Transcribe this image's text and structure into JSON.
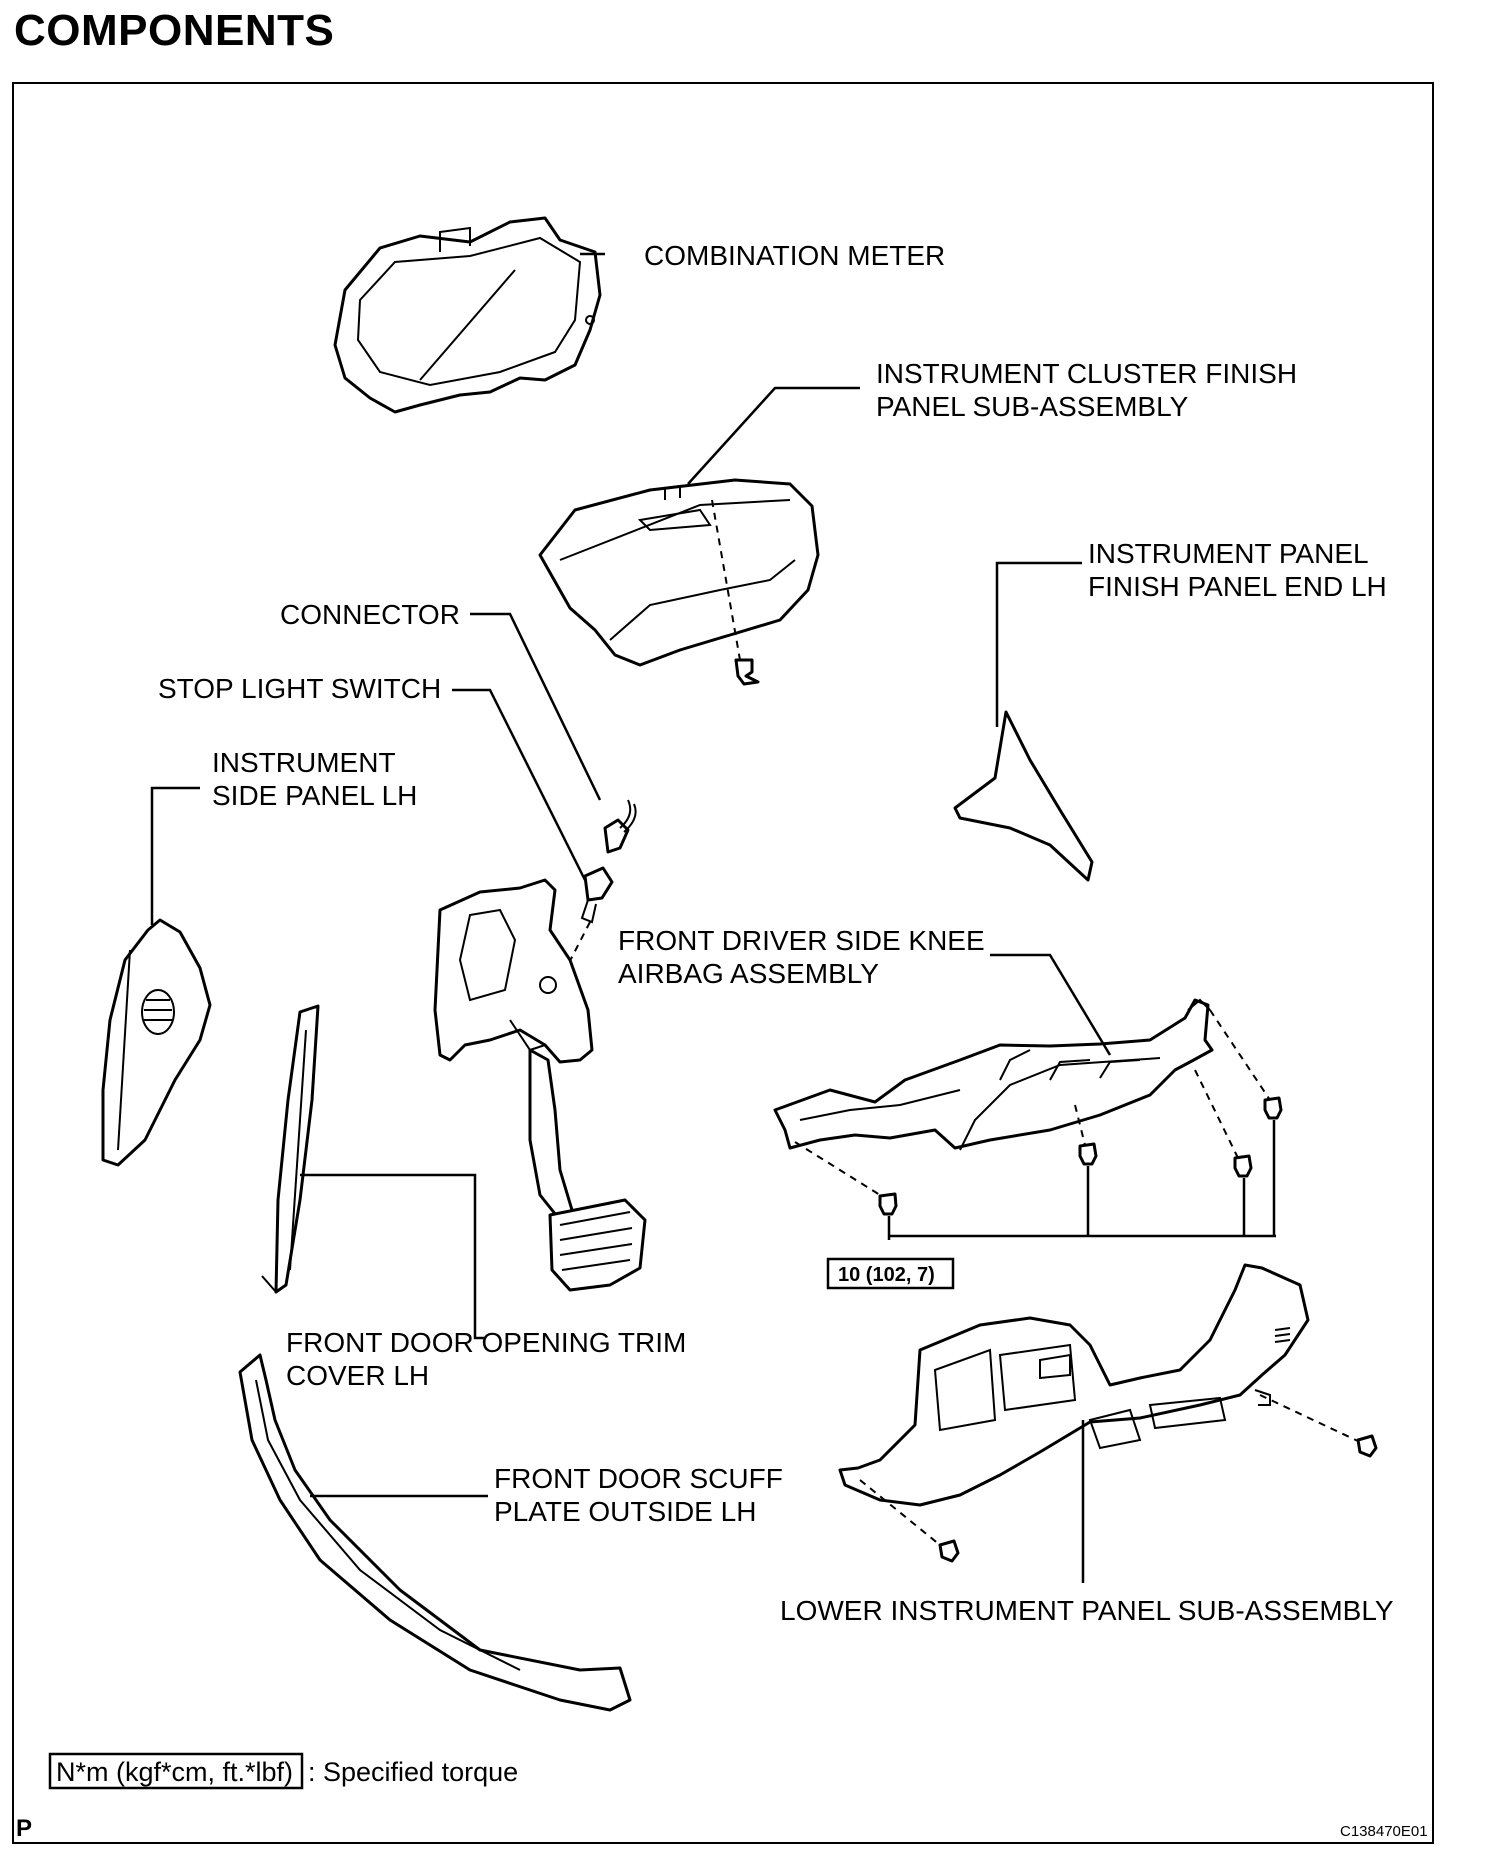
{
  "page": {
    "title": "COMPONENTS",
    "page_marker": "P",
    "figure_id": "C138470E01"
  },
  "labels": {
    "combination_meter": "COMBINATION METER",
    "cluster_finish_1": "INSTRUMENT CLUSTER FINISH",
    "cluster_finish_2": "PANEL SUB-ASSEMBLY",
    "panel_end_1": "INSTRUMENT PANEL",
    "panel_end_2": "FINISH PANEL END LH",
    "connector": "CONNECTOR",
    "stop_light_switch": "STOP LIGHT SWITCH",
    "side_panel_1": "INSTRUMENT",
    "side_panel_2": "SIDE PANEL LH",
    "knee_airbag_1": "FRONT DRIVER SIDE KNEE",
    "knee_airbag_2": "AIRBAG ASSEMBLY",
    "door_trim_1": "FRONT DOOR OPENING TRIM",
    "door_trim_2": "COVER LH",
    "scuff_plate_1": "FRONT DOOR SCUFF",
    "scuff_plate_2": "PLATE OUTSIDE LH",
    "lower_panel": "LOWER INSTRUMENT PANEL SUB-ASSEMBLY"
  },
  "torque": {
    "value": "10 (102, 7)"
  },
  "legend": {
    "units": "N*m (kgf*cm, ft.*lbf)",
    "description": ": Specified torque"
  }
}
